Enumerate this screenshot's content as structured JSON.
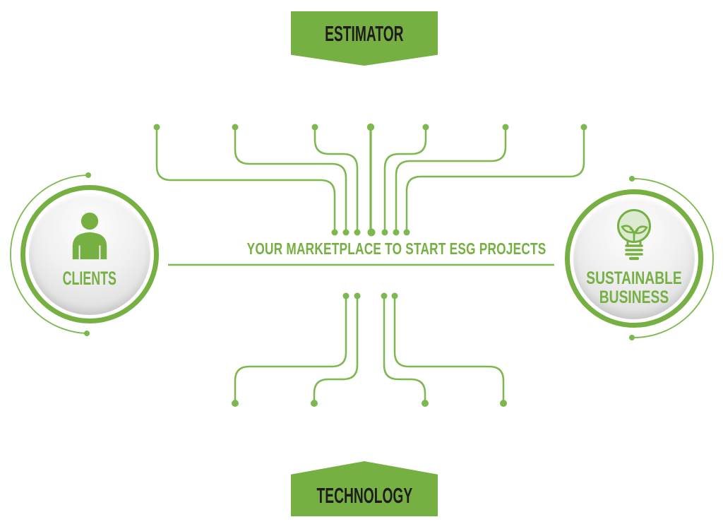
{
  "colors": {
    "accent_green": "#76b043",
    "trace_green": "#7cb84e",
    "banner_text": "#1e1c1c",
    "background": "#ffffff"
  },
  "top_banner": {
    "label": "ESTIMATOR"
  },
  "bottom_banner": {
    "label": "TECHNOLOGY"
  },
  "left_node": {
    "label": "CLIENTS",
    "icon": "person-icon"
  },
  "right_node": {
    "label_line1": "SUSTAINABLE",
    "label_line2": "BUSINESS",
    "icon": "lightbulb-plant-icon"
  },
  "center": {
    "tagline": "YOUR MARKETPLACE TO START ESG PROJECTS"
  }
}
